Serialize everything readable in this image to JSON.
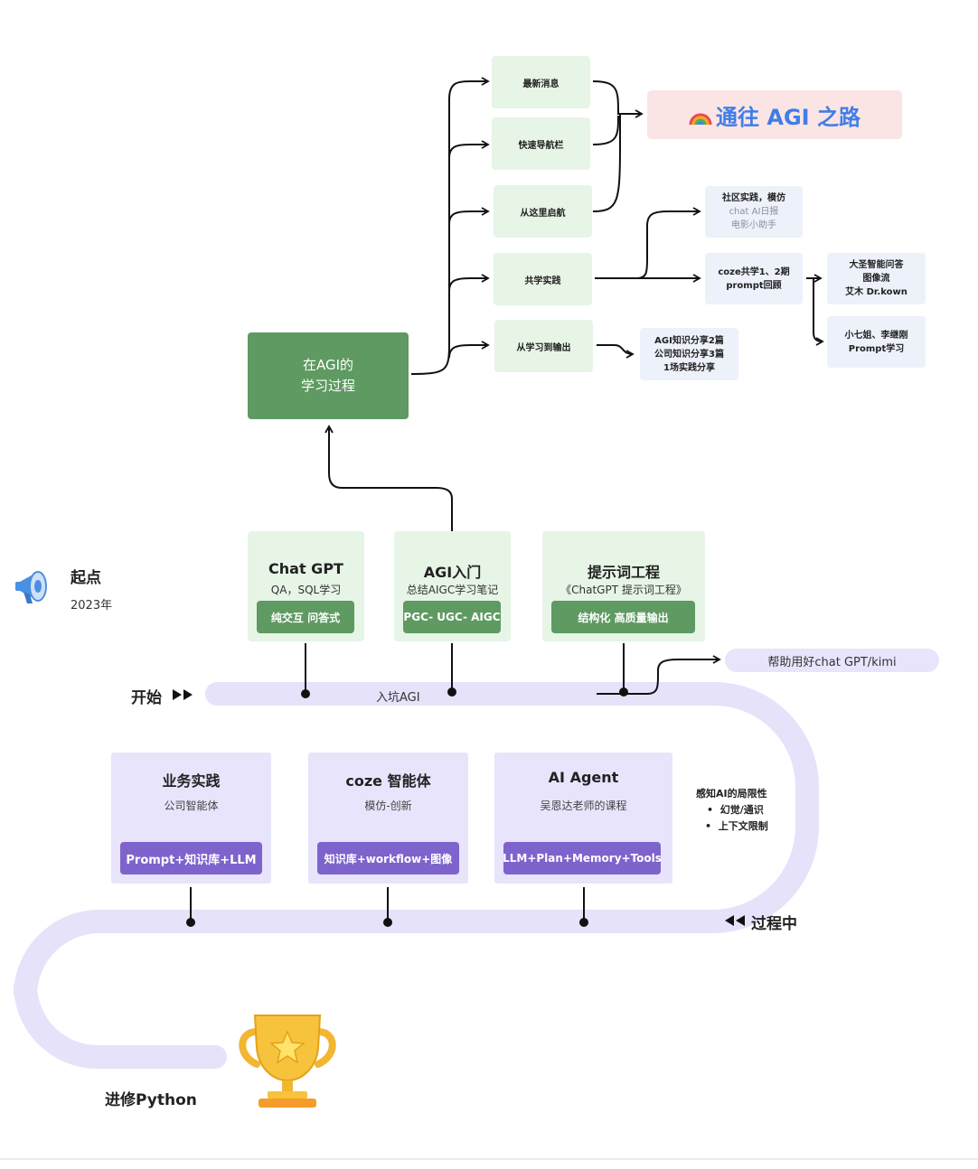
{
  "banner": {
    "title": "通往 AGI 之路"
  },
  "main_node": {
    "line1": "在AGI的",
    "line2": "学习过程"
  },
  "branches": [
    {
      "label": "最新消息"
    },
    {
      "label": "快速导航栏"
    },
    {
      "label": "从这里启航"
    },
    {
      "label": "共学实践"
    },
    {
      "label": "从学习到输出"
    }
  ],
  "community_box": {
    "line1": "社区实践，模仿",
    "line2": "chat AI日报",
    "line3": "电影小助手"
  },
  "coze_box": {
    "line1": "coze共学1、2期",
    "line2": "prompt回顾"
  },
  "dasheng_box": {
    "line1": "大圣智能问答",
    "line2": "图像流",
    "line3": "艾木 Dr.kown"
  },
  "xiaoqi_box": {
    "line1": "小七姐、李继刚",
    "line2": "Prompt学习"
  },
  "output_box": {
    "line1": "AGI知识分享2篇",
    "line2": "公司知识分享3篇",
    "line3": "1场实践分享"
  },
  "start": {
    "title": "起点",
    "year": "2023年"
  },
  "track_labels": {
    "begin": "开始",
    "enter": "入坑AGI",
    "progress": "过程中",
    "python": "进修Python",
    "help": "帮助用好chat GPT/kimi"
  },
  "top_cards": [
    {
      "title": "Chat GPT",
      "subtitle": "QA，SQL学习",
      "button": "纯交互 问答式"
    },
    {
      "title": "AGI入门",
      "subtitle": "总结AIGC学习笔记",
      "button": "PGC- UGC- AIGC"
    },
    {
      "title": "提示词工程",
      "subtitle": "《ChatGPT 提示词工程》",
      "button": "结构化 高质量输出"
    }
  ],
  "bottom_cards": [
    {
      "title": "业务实践",
      "subtitle": "公司智能体",
      "button": "Prompt+知识库+LLM"
    },
    {
      "title": "coze 智能体",
      "subtitle": "模仿-创新",
      "button": "知识库+workflow+图像"
    },
    {
      "title": "AI Agent",
      "subtitle": "吴恩达老师的课程",
      "button": "LLM+Plan+Memory+Tools"
    }
  ],
  "limitations": {
    "title": "感知AI的局限性",
    "items": [
      "幻觉/通识",
      "上下文限制"
    ]
  },
  "colors": {
    "green_light": "#e6f5e6",
    "green_dark": "#5e9a61",
    "purple_light": "#e8e4fb",
    "purple_dark": "#7e63cc",
    "track": "#e6e2fa",
    "banner_bg": "#fbe4e4",
    "banner_text": "#3f7ee8"
  },
  "icons": [
    "megaphone-icon",
    "trophy-icon",
    "rainbow-icon",
    "double-play-icon",
    "double-rewind-icon"
  ]
}
